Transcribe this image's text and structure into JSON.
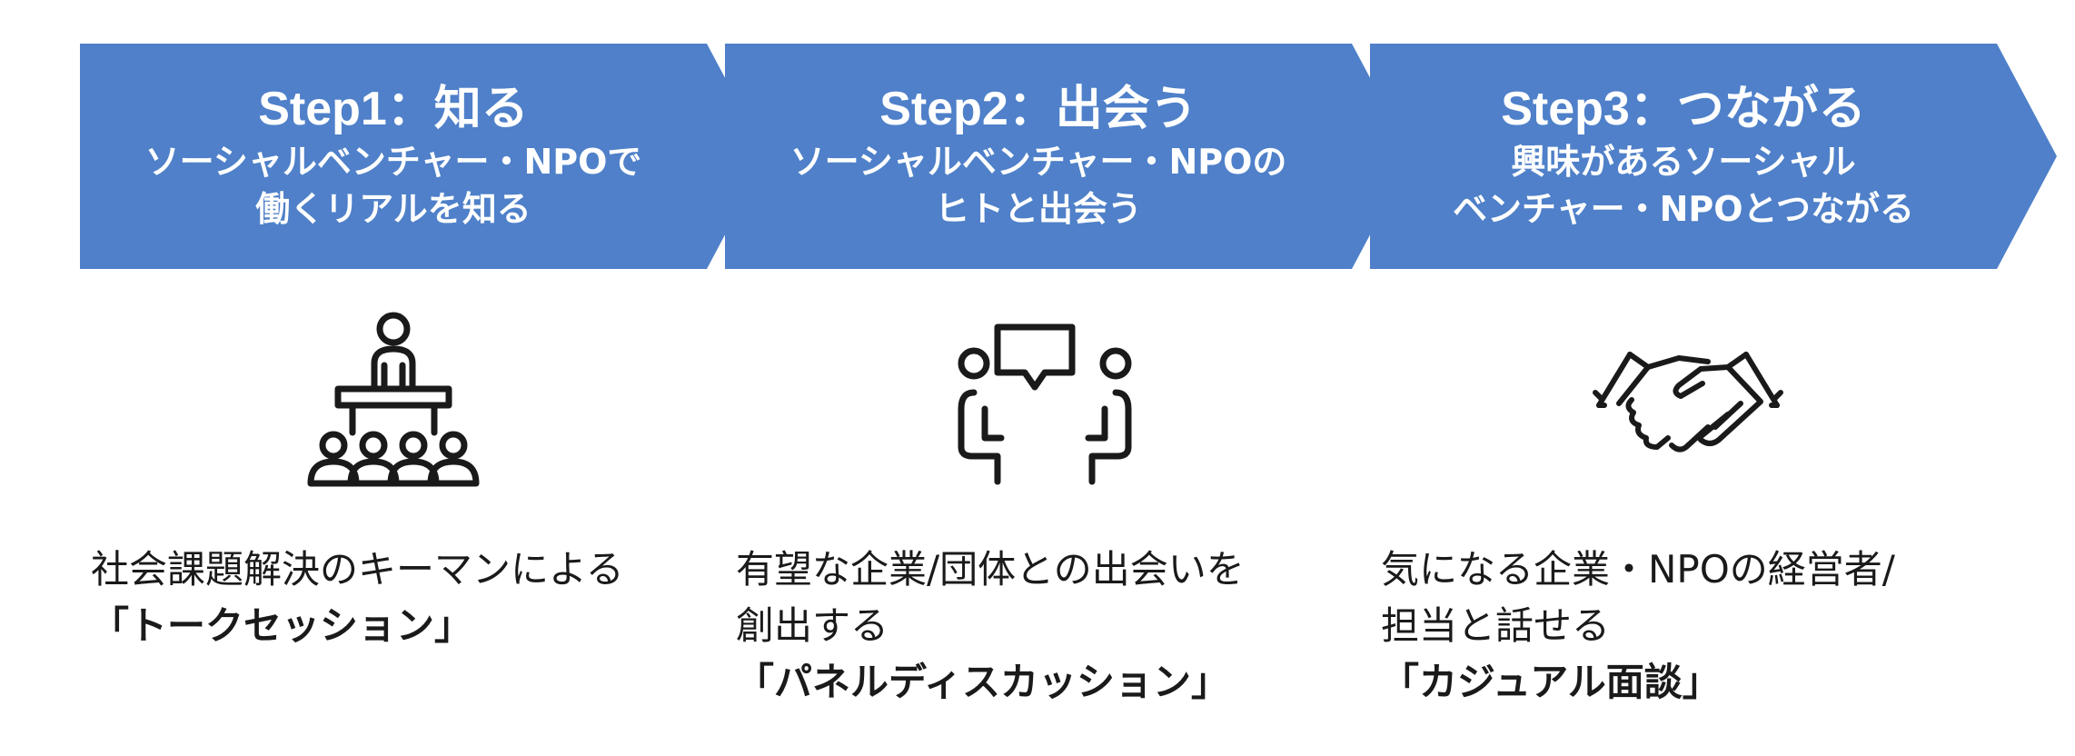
{
  "colors": {
    "arrow_fill": "#4f80c9",
    "icon_stroke": "#1a1a1a"
  },
  "steps": [
    {
      "title": "Step1：知る",
      "desc": [
        "ソーシャルベンチャー・NPOで",
        "働くリアルを知る"
      ],
      "icon": "speaker-podium-icon",
      "caption": [
        "社会課題解決のキーマンによる"
      ],
      "caption_em": "「トークセッション」"
    },
    {
      "title": "Step2：出会う",
      "desc": [
        "ソーシャルベンチャー・NPOの",
        "ヒトと出会う"
      ],
      "icon": "conversation-icon",
      "caption": [
        "有望な企業/団体との出会いを",
        "創出する"
      ],
      "caption_em": "「パネルディスカッション」"
    },
    {
      "title": "Step3：つながる",
      "desc": [
        "興味があるソーシャル",
        "ベンチャー・NPOとつながる"
      ],
      "icon": "handshake-icon",
      "caption": [
        "気になる企業・NPOの経営者/",
        "担当と話せる"
      ],
      "caption_em": "「カジュアル面談」"
    }
  ]
}
